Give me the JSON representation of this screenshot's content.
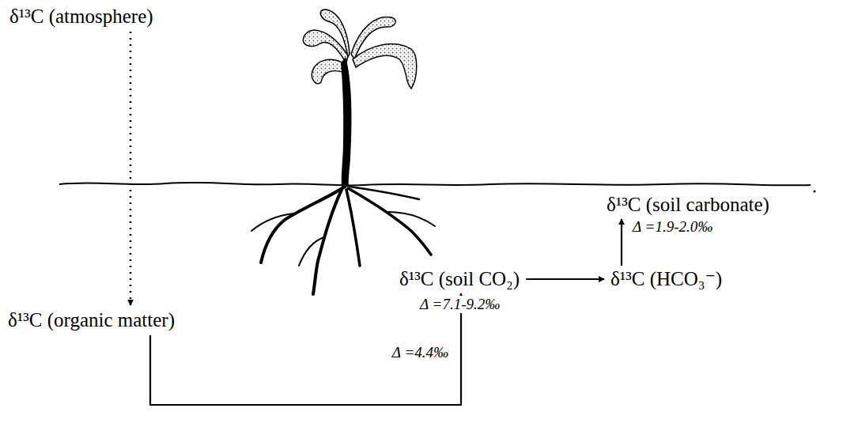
{
  "diagram": {
    "nodes": [
      {
        "text": [
          "δ¹³C (atmosphere)"
        ]
      },
      {
        "text": [
          "δ¹³C (organic matter)"
        ]
      },
      {
        "text": [
          "δ¹³C (soil CO₂)"
        ]
      },
      {
        "text": [
          "δ¹³C (HCO₃⁻)"
        ]
      },
      {
        "text": [
          "δ¹³C (soil carbonate)"
        ]
      }
    ],
    "edges": [
      {
        "from": 0,
        "to": 1,
        "arrow": "to"
      },
      {
        "from": 1,
        "to": 2,
        "arrow": "to",
        "label": "Δ =4.4‰"
      },
      {
        "from": 2,
        "to": 3,
        "arrow": "to",
        "label": "Δ =7.1-9.2‰"
      },
      {
        "from": 3,
        "to": 4,
        "arrow": "to",
        "label": "Δ =1.9-2.0‰"
      }
    ]
  }
}
